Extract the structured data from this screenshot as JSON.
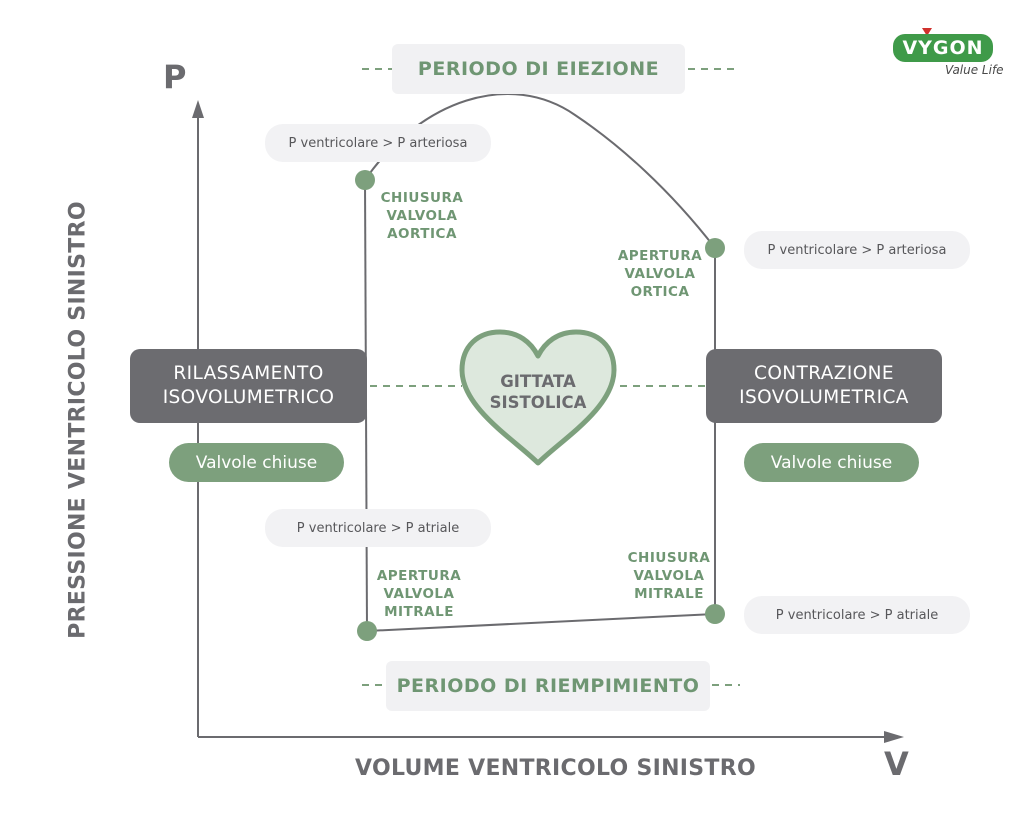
{
  "axes": {
    "y_letter": "P",
    "x_letter": "V",
    "y_title": "PRESSIONE VENTRICOLO SINISTRO",
    "x_title": "VOLUME VENTRICOLO SINISTRO"
  },
  "periods": {
    "top": "PERIODO DI EIEZIONE",
    "bottom": "PERIODO DI RIEMPIMIENTO"
  },
  "phases": {
    "left": [
      "RILASSAMENTO",
      "ISOVOLUMETRICO"
    ],
    "right": [
      "CONTRAZIONE",
      "ISOVOLUMETRICA"
    ],
    "left_state": "Valvole chiuse",
    "right_state": "Valvole chiuse"
  },
  "center": [
    "GITTATA",
    "SISTOLICA"
  ],
  "pressure_notes": {
    "top_left": "P ventricolare > P arteriosa",
    "top_right": "P ventricolare > P arteriosa",
    "bottom_left": "P ventricolare > P atriale",
    "bottom_right": "P ventricolare > P atriale"
  },
  "valve_events": {
    "aortic_close": [
      "CHIUSURA",
      "VALVOLA",
      "AORTICA"
    ],
    "aortic_open": [
      "APERTURA",
      "VALVOLA",
      "ORTICA"
    ],
    "mitral_open": [
      "APERTURA",
      "VALVOLA",
      "MITRALE"
    ],
    "mitral_close": [
      "CHIUSURA",
      "VALVOLA",
      "MITRALE"
    ]
  },
  "logo": {
    "name": "VYGON",
    "tagline": "Value Life"
  },
  "colors": {
    "green": "#7da07d",
    "gray_dark": "#6c6c70",
    "text_gray": "#6b6b6f",
    "heart_fill": "#dde8dd"
  }
}
